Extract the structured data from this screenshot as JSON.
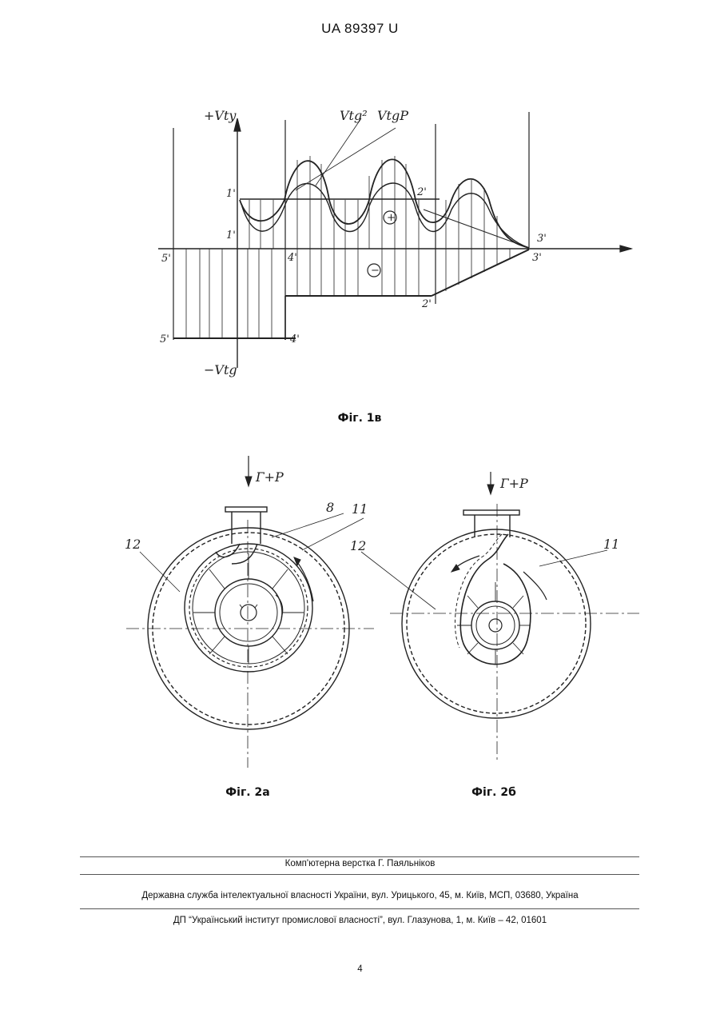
{
  "header": {
    "patent_number": "UA   89397   U"
  },
  "figure_1v": {
    "caption": "Фіг. 1в",
    "labels": {
      "y_plus": "+Vty",
      "y_minus": "−Vtg",
      "curve_2": "Vtg²",
      "curve_p": "VtgP",
      "pt_1a": "1'",
      "pt_1b": "1'",
      "pt_2a": "2'",
      "pt_2b": "2'",
      "pt_3": "3'",
      "pt_3b": "3'",
      "pt_4a": "4'",
      "pt_4b": "4'",
      "pt_5a": "5'",
      "pt_5b": "5'",
      "plus_sign": "+",
      "minus_sign": "−"
    }
  },
  "figure_2a": {
    "caption": "Фіг. 2а",
    "flow_label": "Г+Р",
    "ref_8": "8",
    "ref_11": "11",
    "ref_12": "12"
  },
  "figure_2b": {
    "caption": "Фіг. 2б",
    "flow_label": "Г+Р",
    "ref_11": "11",
    "ref_12": "12"
  },
  "footer": {
    "layout_credit": "Комп'ютерна верстка Г. Паяльніков",
    "agency": "Державна служба інтелектуальної власності України, вул. Урицького, 45, м. Київ, МСП, 03680, Україна",
    "institute": "ДП “Український інститут промислової власності”, вул. Глазунова, 1, м. Київ – 42, 01601",
    "page_number": "4"
  }
}
